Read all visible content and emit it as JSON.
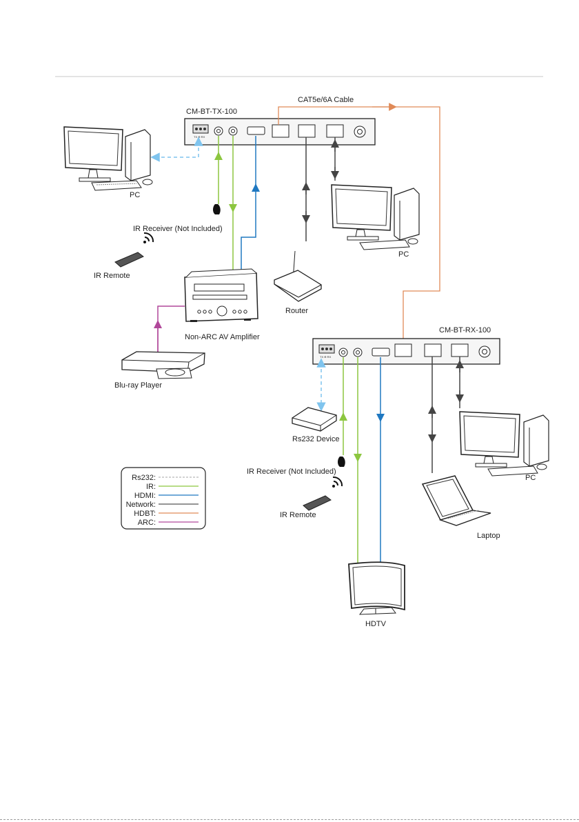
{
  "tx": {
    "name": "CM-BT-TX-100",
    "port_label": "TX ⊕ RX"
  },
  "rx": {
    "name": "CM-BT-RX-100",
    "port_label": "TX ⊕ RX"
  },
  "cable_label": "CAT5e/6A Cable",
  "devices": {
    "pc_tx_left": "PC",
    "pc_tx_right": "PC",
    "pc_rx": "PC",
    "ir_receiver_tx": "IR Receiver (Not Included)",
    "ir_remote_tx": "IR Remote",
    "amplifier": "Non-ARC AV Amplifier",
    "bluray": "Blu-ray Player",
    "router": "Router",
    "rs232_device": "Rs232 Device",
    "ir_receiver_rx": "IR Receiver (Not Included)",
    "ir_remote_rx": "IR Remote",
    "laptop": "Laptop",
    "hdtv": "HDTV"
  },
  "legend": [
    {
      "label": "Rs232:",
      "color": "#b8b8b8",
      "style": "dashed"
    },
    {
      "label": "IR:",
      "color": "#8cc63f",
      "style": "solid"
    },
    {
      "label": "HDMI:",
      "color": "#1f78c1",
      "style": "solid"
    },
    {
      "label": "Network:",
      "color": "#555555",
      "style": "solid"
    },
    {
      "label": "HDBT:",
      "color": "#e08a57",
      "style": "solid"
    },
    {
      "label": "ARC:",
      "color": "#b0479a",
      "style": "solid"
    }
  ],
  "colors": {
    "rs232": "#7fc4ee",
    "ir": "#8cc63f",
    "hdmi": "#1f78c1",
    "network": "#444444",
    "hdbt": "#e08a57",
    "arc": "#b0479a"
  }
}
